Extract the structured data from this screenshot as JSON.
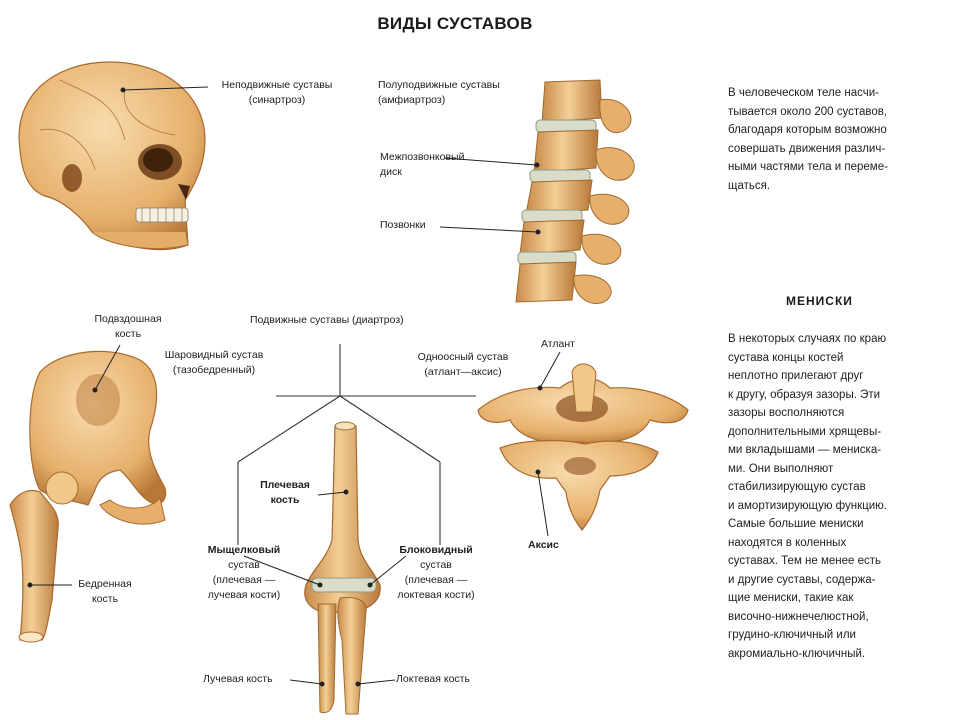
{
  "title": "ВИДЫ СУСТАВОВ",
  "labels": {
    "fixed_joints": [
      "Неподвижные суставы",
      "(синартроз)"
    ],
    "semi_mobile": [
      "Полуподвижные суставы",
      "(амфиартроз)"
    ],
    "intervertebral_disc": [
      "Межпозвонковый",
      "диск"
    ],
    "vertebrae": "Позвонки",
    "ilium": [
      "Подвздошная",
      "кость"
    ],
    "mobile_joints": "Подвижные суставы (диартроз)",
    "ball_joint": [
      "Шаровидный сустав",
      "(тазобедренный)"
    ],
    "uniaxial_joint": [
      "Одноосный сустав",
      "(атлант—аксис)"
    ],
    "atlas": "Атлант",
    "axis": "Аксис",
    "humerus": [
      "Плечевая",
      "кость"
    ],
    "condylar_joint": [
      "Мыщелковый",
      "сустав",
      "(плечевая —",
      "лучевая кости)"
    ],
    "trochlear_joint": [
      "Блоковидный",
      "сустав",
      "(плечевая —",
      "локтевая кости)"
    ],
    "femur": [
      "Бедренная",
      "кость"
    ],
    "radius": "Лучевая кость",
    "ulna": "Локтевая кость"
  },
  "intro_text": [
    "В человеческом теле насчи-",
    "тывается около 200 суставов,",
    "благодаря которым возможно",
    "совершать движения различ-",
    "ными частями тела и переме-",
    "щаться."
  ],
  "menisci_heading": "МЕНИСКИ",
  "menisci_text": [
    "В некоторых случаях по краю",
    "сустава концы костей",
    "неплотно прилегают друг",
    "к другу, образуя зазоры. Эти",
    "зазоры восполняются",
    "дополнительными хрящевы-",
    "ми вкладышами — мениска-",
    "ми. Они выполняют",
    "стабилизирующую сустав",
    "и амортизирующую функцию.",
    "Самые большие мениски",
    "находятся в коленных",
    "суставах. Тем не менее есть",
    "и другие суставы, содержа-",
    "щие мениски, такие как",
    "височно-нижнечелюстной,",
    "грудино-ключичный или",
    "акромиально-ключичный."
  ],
  "colors": {
    "bone": "#e9b878",
    "bone_dark": "#b97a3a",
    "bone_light": "#f6d9a8",
    "cartilage": "#d8dcc8"
  }
}
